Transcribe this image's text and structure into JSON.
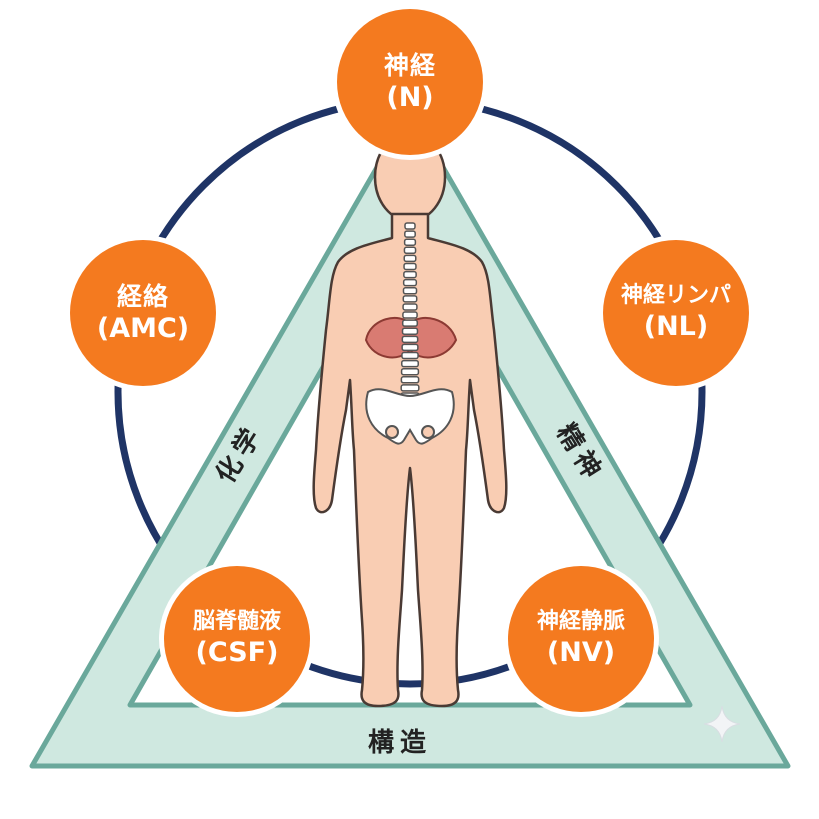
{
  "colors": {
    "node_fill": "#f47a1f",
    "node_stroke": "#ffffff",
    "ring": "#1f3466",
    "triangle_fill": "#cfe8e0",
    "triangle_stroke": "#6aa89b",
    "body_skin": "#f9cdb3",
    "body_outline": "#4a3a34",
    "diaphragm": "#d97b72",
    "text_dark": "#222222"
  },
  "nodes": {
    "top": {
      "line1": "神経",
      "line2": "(N)"
    },
    "left": {
      "line1": "経絡",
      "line2": "(AMC)"
    },
    "right": {
      "line1": "神経リンパ",
      "line2": "(NL)"
    },
    "bottom_left": {
      "line1": "脳脊髄液",
      "line2": "(CSF)"
    },
    "bottom_right": {
      "line1": "神経静脈",
      "line2": "(NV)"
    }
  },
  "triangle_labels": {
    "left": "化学",
    "right": "精神",
    "bottom": "構造"
  },
  "icons": {
    "body": "human-body-figure",
    "spine": "spine",
    "diaphragm": "diaphragm",
    "pelvis": "pelvis",
    "sparkle": "sparkle-icon"
  }
}
